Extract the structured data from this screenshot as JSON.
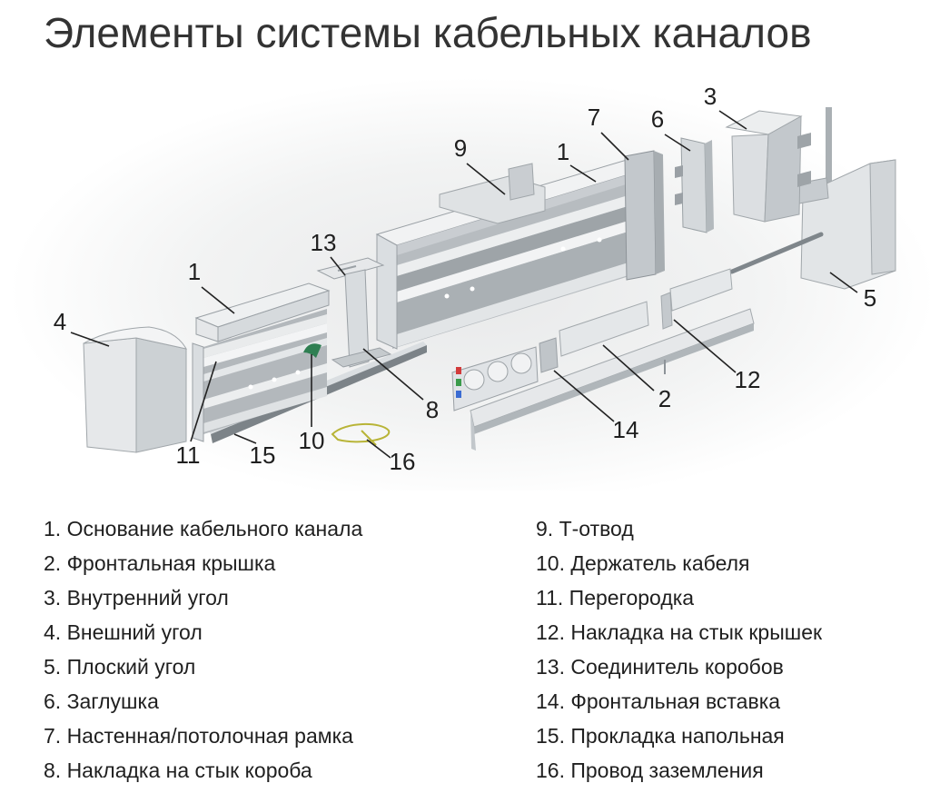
{
  "title": "Элементы системы кабельных каналов",
  "diagram": {
    "callouts": [
      "9",
      "1",
      "7",
      "6",
      "3",
      "13",
      "1",
      "4",
      "5",
      "12",
      "2",
      "8",
      "14",
      "10",
      "11",
      "15",
      "16"
    ]
  },
  "legend": {
    "left": [
      "1. Основание кабельного канала",
      "2. Фронтальная крышка",
      "3. Внутренний угол",
      "4. Внешний угол",
      "5. Плоский угол",
      "6. Заглушка",
      "7. Настенная/потолочная рамка",
      "8. Накладка на стык короба"
    ],
    "right": [
      "9. Т-отвод",
      "10. Держатель кабеля",
      "11. Перегородка",
      "12. Накладка на стык крышек",
      "13. Соединитель коробов",
      "14. Фронтальная вставка",
      "15. Прокладка напольная",
      "16. Провод заземления"
    ]
  },
  "colors": {
    "text": "#1f1f1f",
    "title": "#333333",
    "part_light": "#e6e8ea",
    "part_mid": "#c9cdd1",
    "part_dark": "#9ea4a8",
    "cable_holder": "#2f7f52",
    "ground_wire": "#b8b437"
  }
}
